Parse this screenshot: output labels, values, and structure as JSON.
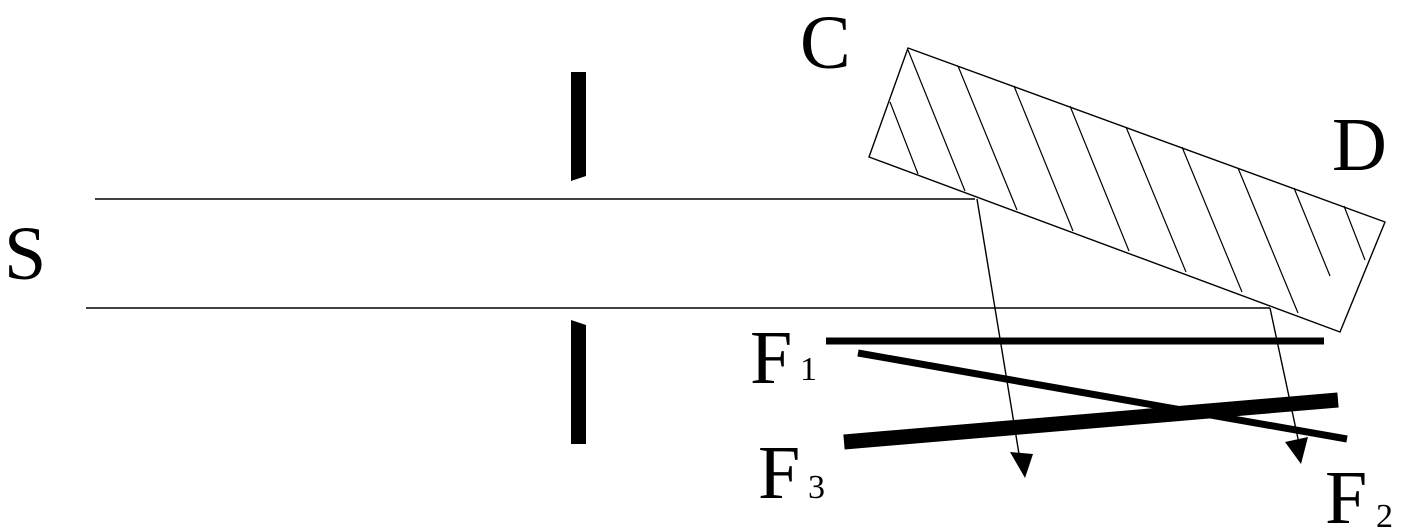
{
  "labels": {
    "source": "S",
    "crystal_top": "C",
    "crystal_right": "D",
    "film_1": "F",
    "film_1_sub": "1",
    "film_2": "F",
    "film_2_sub": "2",
    "film_3": "F",
    "film_3_sub": "3"
  },
  "colors": {
    "ink": "#000000",
    "background": "#ffffff"
  }
}
